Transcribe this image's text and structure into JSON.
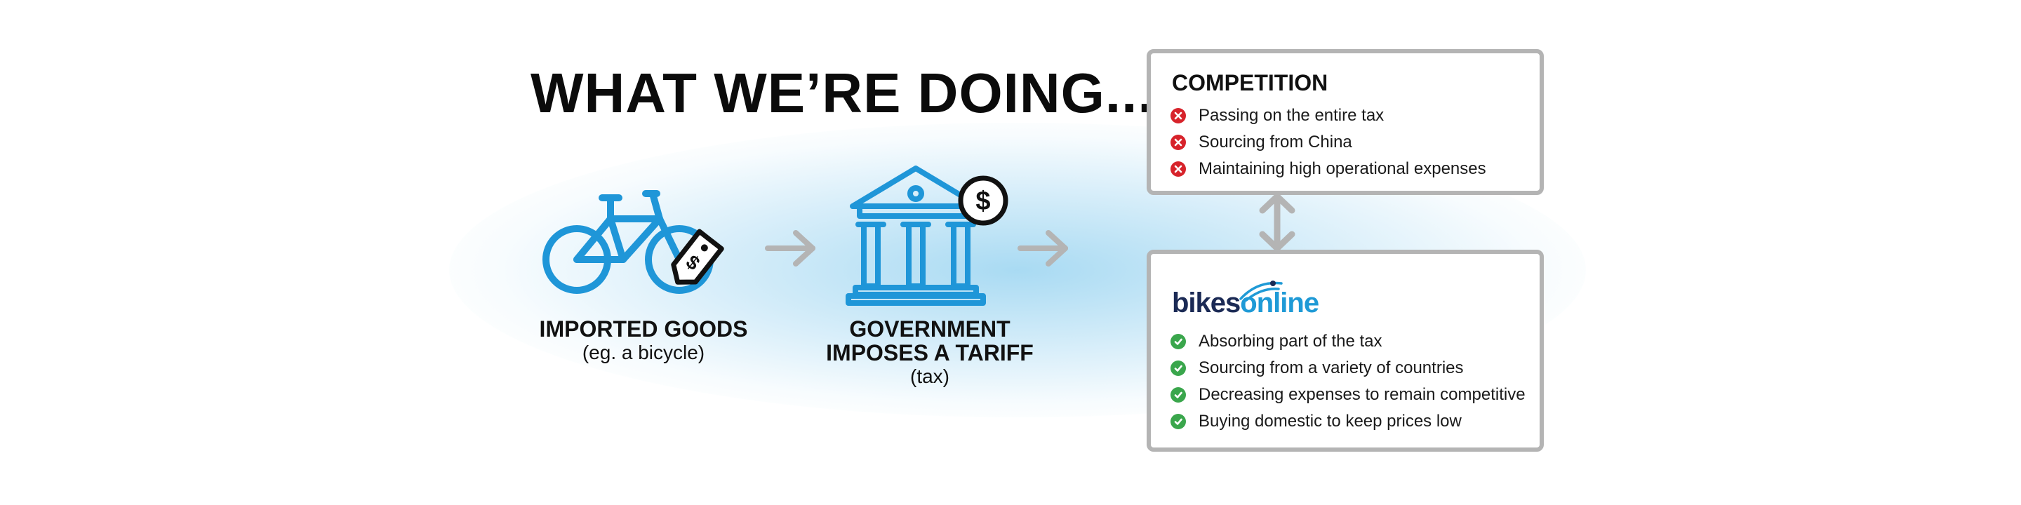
{
  "title": "WHAT WE’RE DOING...",
  "colors": {
    "icon_blue": "#1f96d8",
    "arrow_gray": "#b4b4b4",
    "x_red": "#d7232b",
    "check_green": "#3aa64c",
    "logo_navy": "#1b2a55",
    "logo_blue": "#1f9ad6"
  },
  "steps": [
    {
      "icon": "bicycle-with-price-tag-icon",
      "title": "IMPORTED GOODS",
      "subtitle": "(eg. a bicycle)"
    },
    {
      "icon": "government-building-with-dollar-icon",
      "title_line1": "GOVERNMENT",
      "title_line2": "IMPOSES A TARIFF",
      "subtitle": "(tax)"
    }
  ],
  "competition": {
    "title": "COMPETITION",
    "items": [
      "Passing on the entire tax",
      "Sourcing from China",
      "Maintaining high operational expenses"
    ]
  },
  "bikesonline": {
    "logo_part1": "bikes",
    "logo_part2": "online",
    "items": [
      "Absorbing part of the tax",
      "Sourcing from a variety of countries",
      "Decreasing expenses to remain competitive",
      "Buying domestic to keep prices low"
    ]
  }
}
